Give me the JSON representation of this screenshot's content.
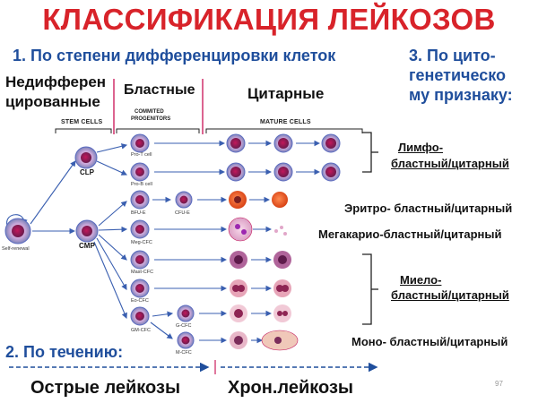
{
  "title": "КЛАССИФИКАЦИЯ ЛЕЙКОЗОВ",
  "section1": "1. По степени дифференцировки клеток",
  "section3_lines": [
    "3. По цито-",
    "генетическо",
    "му признаку:"
  ],
  "levels": {
    "undiff_lines": [
      "Недифферен",
      "цированные"
    ],
    "blast": "Бластные",
    "cytar": "Цитарные"
  },
  "columns": {
    "stem": "STEM CELLS",
    "progenitors_lines": [
      "COMMITED",
      "PROGENITORS"
    ],
    "mature": "MATURE CELLS"
  },
  "nodes": {
    "clp": "CLP",
    "cmp": "CMP",
    "self_renewal": "Self-renewal"
  },
  "progenitors": [
    "Pro-T cell",
    "Pro-B cell",
    "BFU-E",
    "Meg-CFC",
    "Mast-CFC",
    "Eo-CFC",
    "GM-CFC"
  ],
  "second_progenitors": [
    "CFU-E",
    "G-CFC",
    "M-CFC"
  ],
  "types": {
    "lympho_lines": [
      "Лимфо-",
      "бластный/цитарный"
    ],
    "erythro": "Эритро- бластный/цитарный",
    "megakaryo": "Мегакарио-бластный/цитарный",
    "myelo_lines": [
      "Миело-",
      "бластный/цитарный"
    ],
    "mono": "Моно- бластный/цитарный"
  },
  "section2": "2. По течению:",
  "acute": "Острые лейкозы",
  "chronic": "Хрон.лейкозы",
  "page_number": "97",
  "colors": {
    "title": "#d8232a",
    "heading": "#1f4e9c",
    "divider": "#d0306a",
    "arrow": "#3a5fb0",
    "bracket": "#222222"
  }
}
